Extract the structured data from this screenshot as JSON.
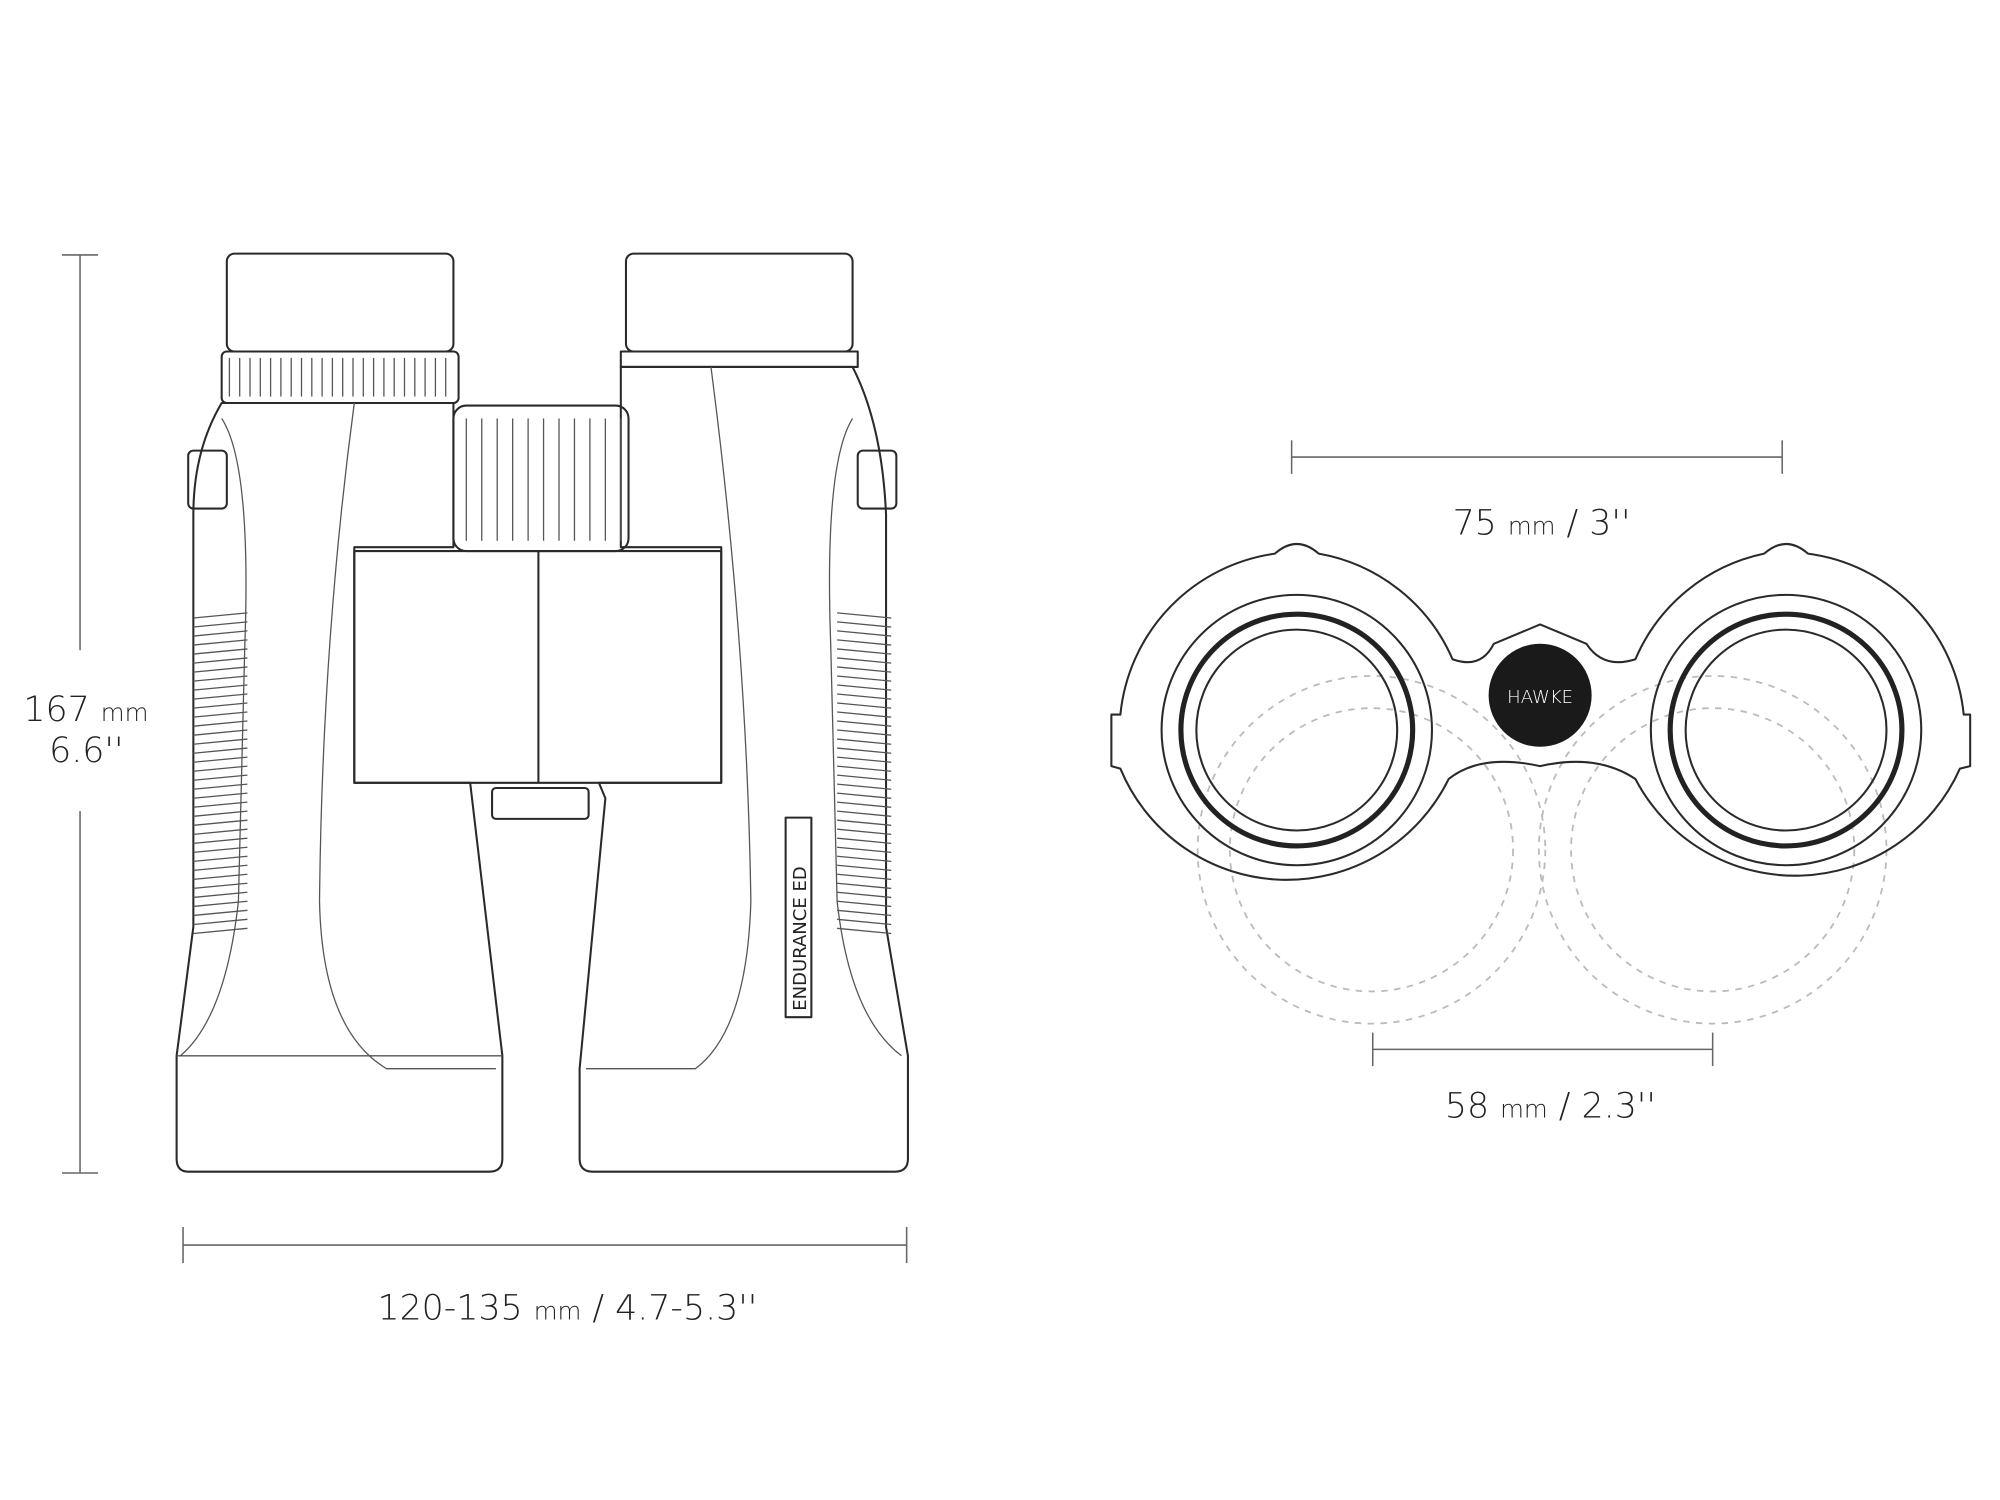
{
  "height_dimension": {
    "value": "167",
    "unit": "mm",
    "imperial": "6.6''"
  },
  "width_dimension": {
    "value": "120-135",
    "unit": "mm",
    "imperial": "/ 4.7-5.3''"
  },
  "objective_spacing": {
    "value": "75",
    "unit": "mm",
    "imperial": "/ 3''"
  },
  "min_ipd": {
    "value": "58",
    "unit": "mm",
    "imperial": "/ 2.3''"
  },
  "model_label": "ENDURANCE ED",
  "brand_logo": "HAWKE",
  "colors": {
    "line": "#2a2a2a",
    "dashed": "#bbbbbb",
    "hub": "#1a1a1a"
  }
}
